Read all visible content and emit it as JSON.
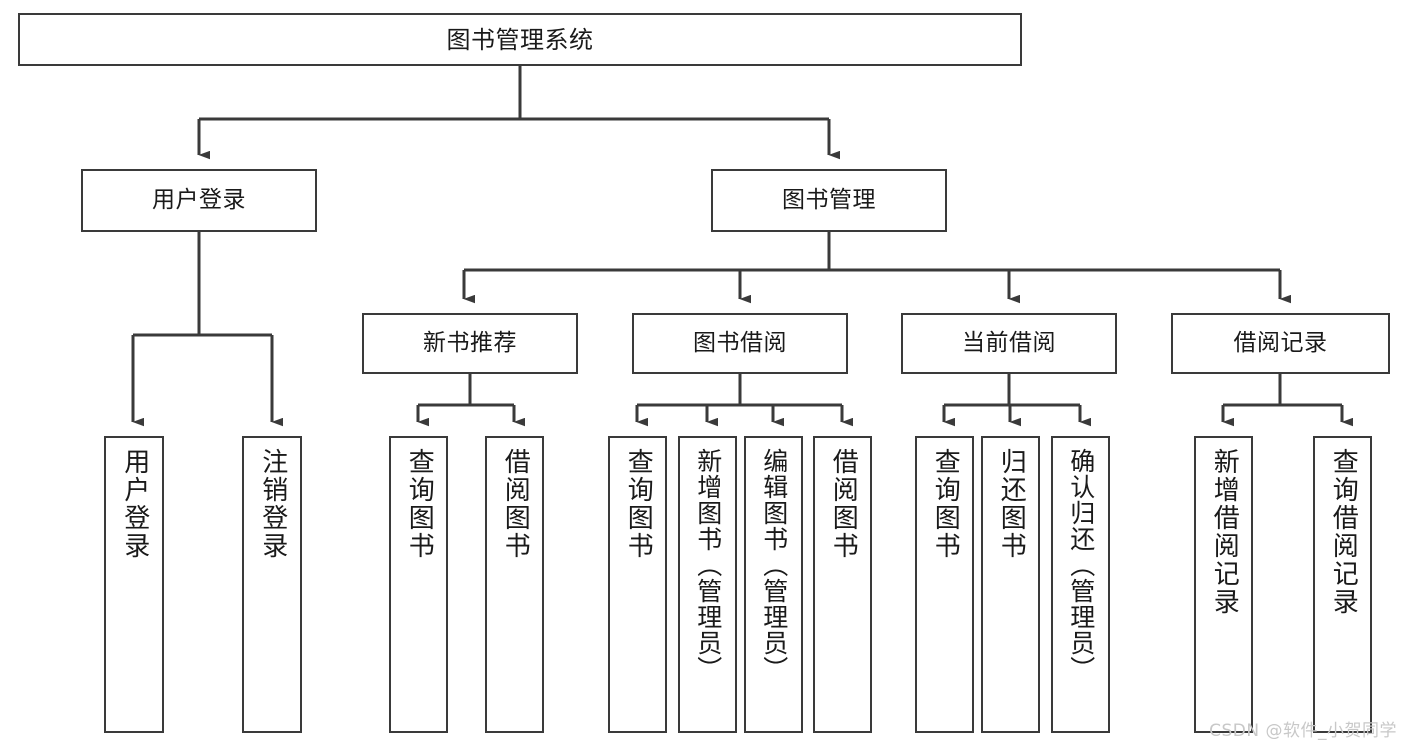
{
  "diagram": {
    "title": "图书管理系统",
    "type": "hierarchy-tree",
    "watermark": "CSDN @软件_小贺同学",
    "colors": {
      "box_border": "#3a3a3a",
      "box_fill": "#ffffff",
      "edge": "#3a3a3a",
      "text": "#1a1a1a",
      "watermark": "#c8c8c8"
    },
    "root": {
      "label": "图书管理系统"
    },
    "level2": [
      {
        "label": "用户登录"
      },
      {
        "label": "图书管理"
      }
    ],
    "level3": [
      {
        "label": "新书推荐"
      },
      {
        "label": "图书借阅"
      },
      {
        "label": "当前借阅"
      },
      {
        "label": "借阅记录"
      }
    ],
    "leaves": {
      "user_login": [
        {
          "label": "用户登录"
        },
        {
          "label": "注销登录"
        }
      ],
      "new_book_recommend": [
        {
          "label": "查询图书"
        },
        {
          "label": "借阅图书"
        }
      ],
      "book_borrow": [
        {
          "label": "查询图书"
        },
        {
          "label": "新增图书（管理员）"
        },
        {
          "label": "编辑图书（管理员）"
        },
        {
          "label": "借阅图书"
        }
      ],
      "current_borrow": [
        {
          "label": "查询图书"
        },
        {
          "label": "归还图书"
        },
        {
          "label": "确认归还（管理员）"
        }
      ],
      "borrow_record": [
        {
          "label": "新增借阅记录"
        },
        {
          "label": "查询借阅记录"
        }
      ]
    }
  }
}
